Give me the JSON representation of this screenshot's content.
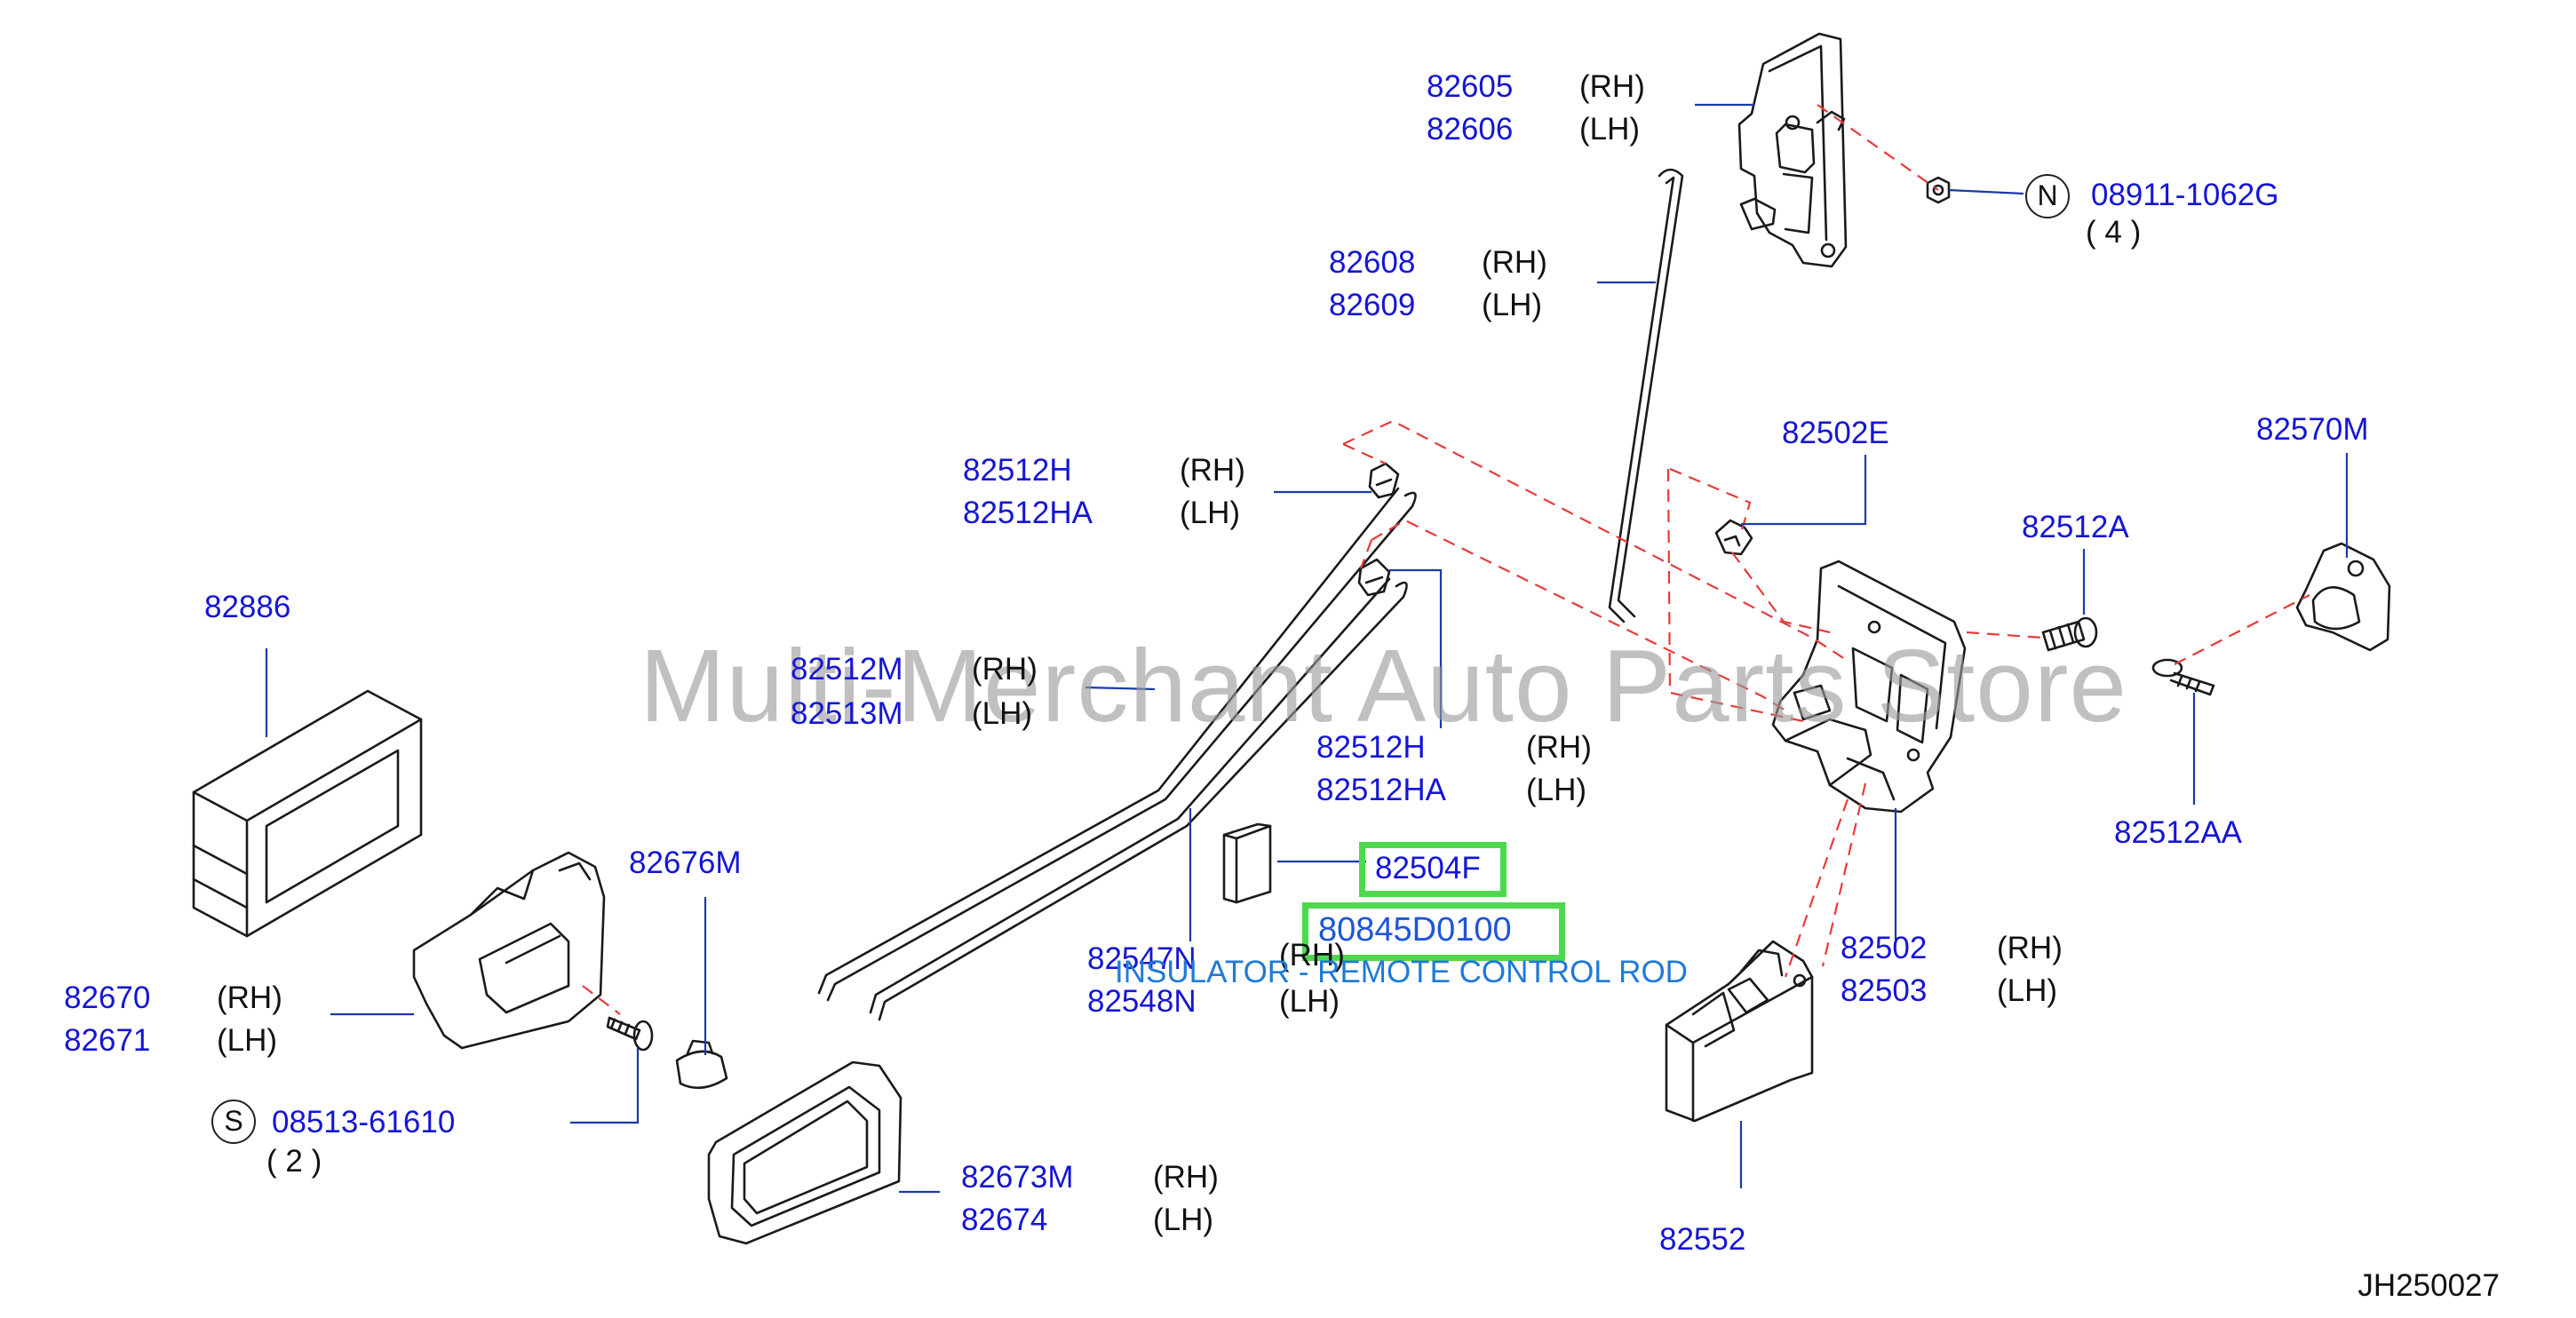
{
  "watermark": "Multi-Merchant Auto Parts Store",
  "diagram_code": "JH250027",
  "parts": [
    {
      "id": "p1",
      "number": "82605",
      "side": "(RH)"
    },
    {
      "id": "p2",
      "number": "82606",
      "side": "(LH)"
    },
    {
      "id": "p3",
      "number": "08911-1062G",
      "symbol": "N",
      "qty": "( 4 )"
    },
    {
      "id": "p4",
      "number": "82608",
      "side": "(RH)"
    },
    {
      "id": "p5",
      "number": "82609",
      "side": "(LH)"
    },
    {
      "id": "p6",
      "number": "82502E"
    },
    {
      "id": "p7",
      "number": "82570M"
    },
    {
      "id": "p8",
      "number": "82512H",
      "side": "(RH)"
    },
    {
      "id": "p9",
      "number": "82512HA",
      "side": "(LH)"
    },
    {
      "id": "p10",
      "number": "82512A"
    },
    {
      "id": "p11",
      "number": "82886"
    },
    {
      "id": "p12",
      "number": "82512M",
      "side": "(RH)"
    },
    {
      "id": "p13",
      "number": "82513M",
      "side": "(LH)"
    },
    {
      "id": "p14",
      "number": "82512H",
      "side": "(RH)"
    },
    {
      "id": "p15",
      "number": "82512HA",
      "side": "(LH)"
    },
    {
      "id": "p16",
      "number": "82512AA"
    },
    {
      "id": "p17",
      "number": "82676M"
    },
    {
      "id": "p18",
      "number": "82504F"
    },
    {
      "id": "p19",
      "number": "80845D0100"
    },
    {
      "id": "p20",
      "number": "82547N",
      "side": "(RH)"
    },
    {
      "id": "p21",
      "number": "82548N",
      "side": "(LH)"
    },
    {
      "id": "p22",
      "number": "82502",
      "side": "(RH)"
    },
    {
      "id": "p23",
      "number": "82503",
      "side": "(LH)"
    },
    {
      "id": "p24",
      "number": "82670",
      "side": "(RH)"
    },
    {
      "id": "p25",
      "number": "82671",
      "side": "(LH)"
    },
    {
      "id": "p26",
      "number": "08513-61610",
      "symbol": "S",
      "qty": "( 2 )"
    },
    {
      "id": "p27",
      "number": "82673M",
      "side": "(RH)"
    },
    {
      "id": "p28",
      "number": "82674",
      "side": "(LH)"
    },
    {
      "id": "p29",
      "number": "82552"
    }
  ],
  "highlight": {
    "part_number": "80845D0100",
    "description": "INSULATOR - REMOTE CONTROL ROD"
  },
  "colors": {
    "part_number": "#1515d6",
    "callout_box": "#4ed84e",
    "description": "#1e7ad8",
    "leader": "#1a3aa8",
    "dash": "#e83a3a",
    "line_art": "#1a1a1a"
  }
}
